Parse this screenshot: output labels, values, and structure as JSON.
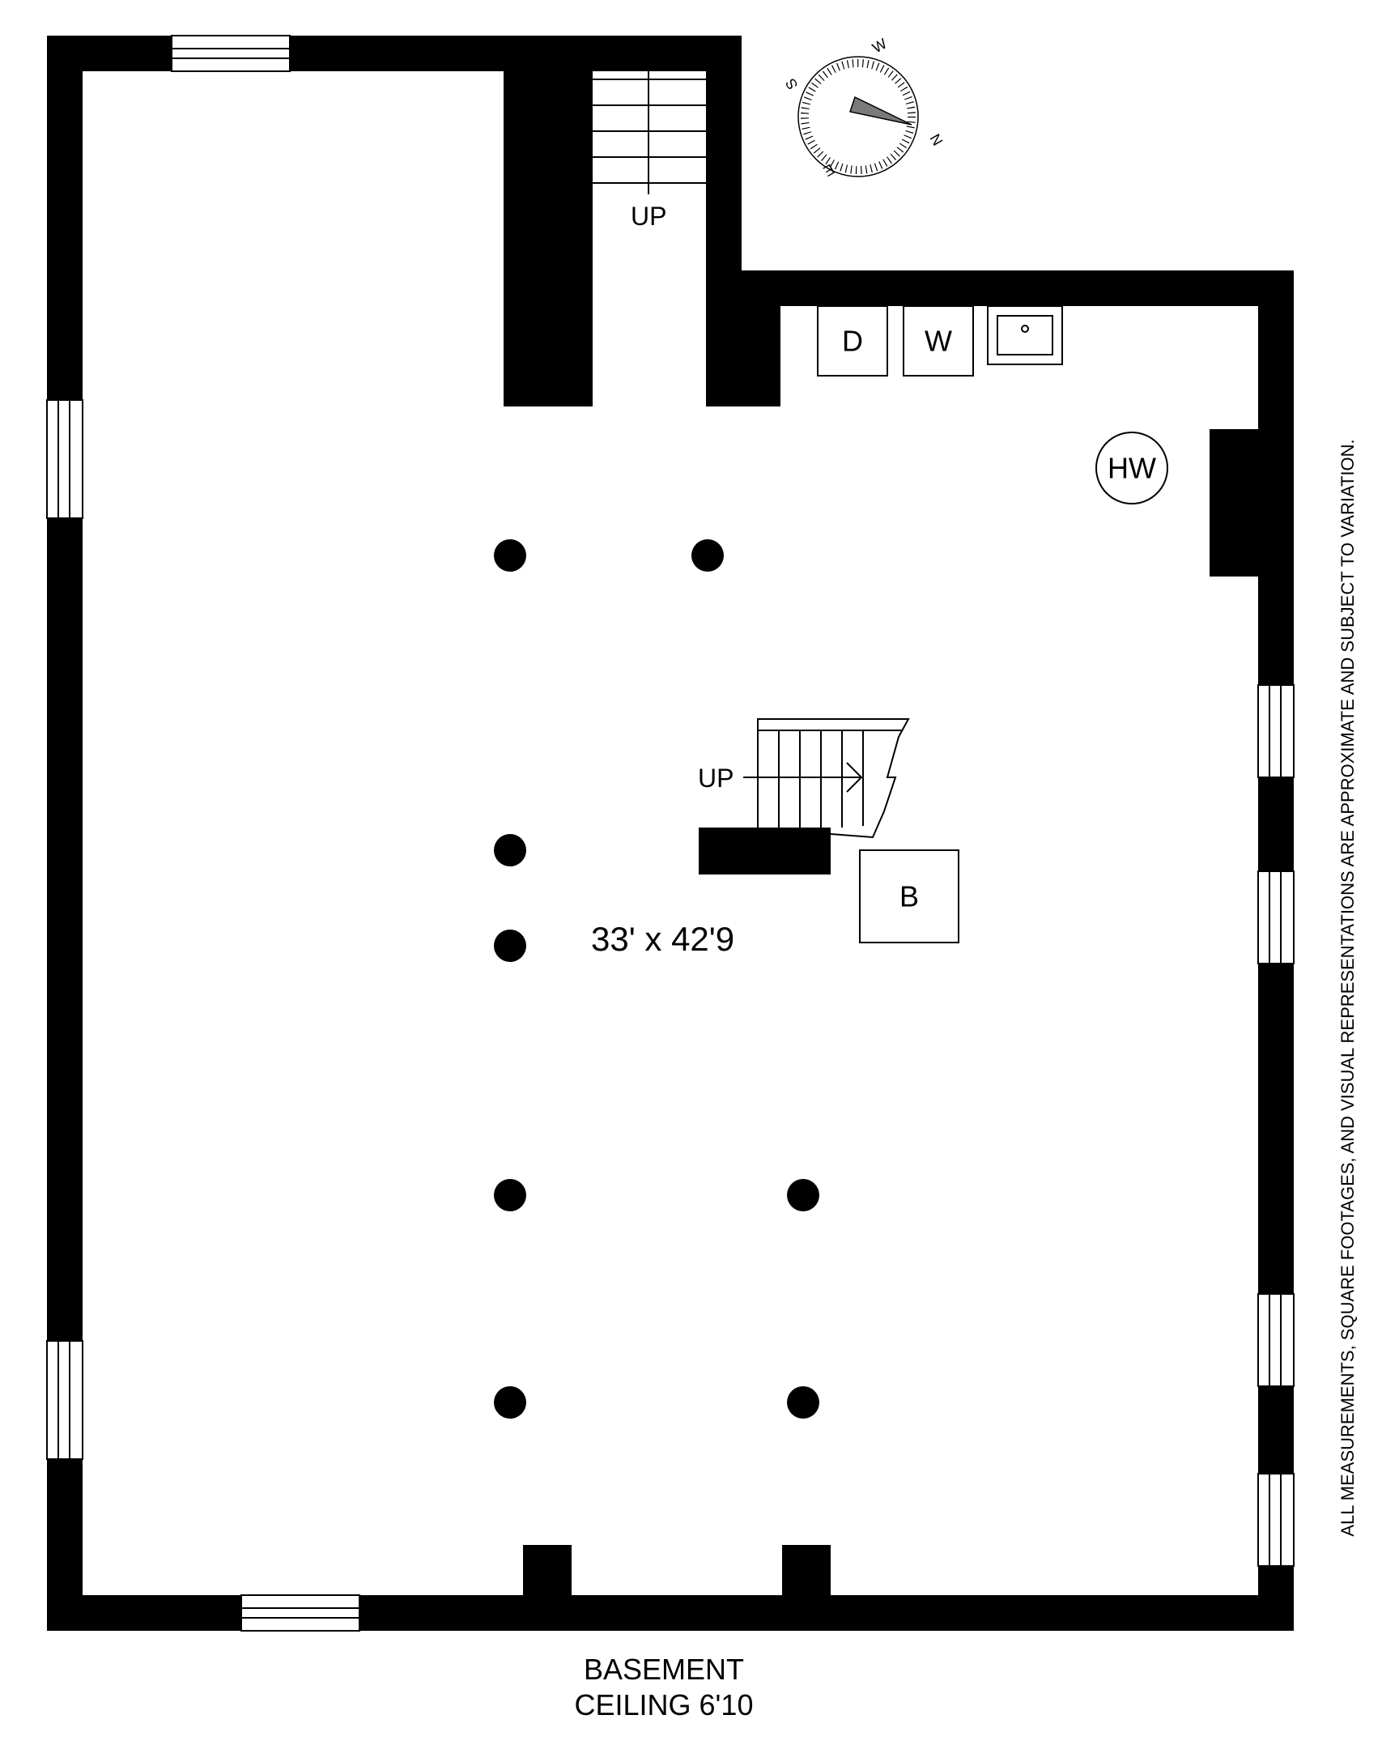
{
  "floor": {
    "name": "BASEMENT",
    "ceiling": "CEILING 6'10"
  },
  "room": {
    "dimensions": "33' x 42'9"
  },
  "stairs": {
    "top_label": "UP",
    "center_label": "UP"
  },
  "appliances": {
    "dryer": "D",
    "washer": "W",
    "water_heater": "HW",
    "boiler": "B"
  },
  "compass": {
    "north": "N",
    "south": "S",
    "east": "E",
    "west": "W"
  },
  "disclaimer": "ALL MEASUREMENTS, SQUARE FOOTAGES, AND VISUAL REPRESENTATIONS ARE APPROXIMATE AND SUBJECT TO VARIATION.",
  "colors": {
    "wall": "#000000",
    "background": "#ffffff",
    "compass_needle": "#7a7a7a"
  }
}
